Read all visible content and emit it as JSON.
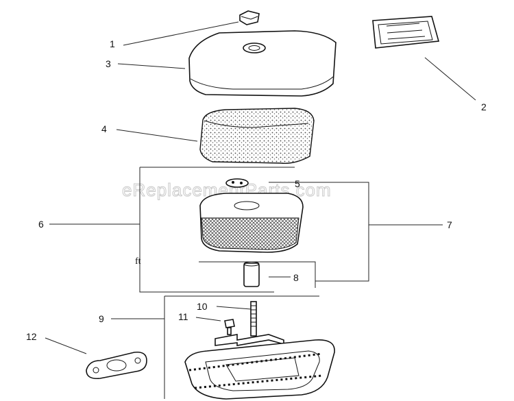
{
  "watermark": "eReplacementParts.com",
  "stray_text": "ft",
  "callouts": {
    "c1": "1",
    "c2": "2",
    "c3": "3",
    "c4": "4",
    "c5": "5",
    "c6": "6",
    "c7": "7",
    "c8": "8",
    "c9": "9",
    "c10": "10",
    "c11": "11",
    "c12": "12"
  }
}
